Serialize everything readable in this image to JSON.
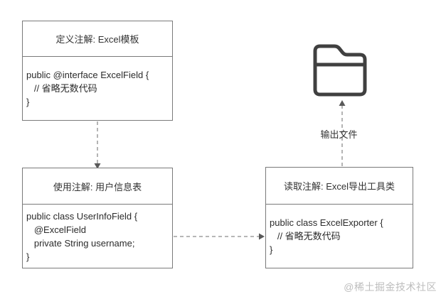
{
  "colors": {
    "box_border": "#7a7a7a",
    "text": "#333333",
    "arrow": "#8c8c8c",
    "arrowhead": "#595959",
    "folder_icon": "#404040",
    "watermark": "#bdbdbd",
    "background": "#ffffff"
  },
  "boxes": [
    {
      "id": "define-annotation",
      "title": "定义注解: Excel模板",
      "code_lines": [
        "public @interface ExcelField {",
        "   // 省略无数代码",
        "}"
      ]
    },
    {
      "id": "use-annotation",
      "title": "使用注解: 用户信息表",
      "code_lines": [
        "public class UserInfoField {",
        "   @ExcelField",
        "   private String username;",
        "}"
      ]
    },
    {
      "id": "read-annotation",
      "title": "读取注解: Excel导出工具类",
      "code_lines": [
        "public class ExcelExporter {",
        "   // 省略无数代码",
        "}"
      ]
    }
  ],
  "folder": {
    "icon": "folder-icon",
    "label": "输出文件"
  },
  "connectors": [
    {
      "from": "define-annotation",
      "to": "use-annotation",
      "style": "dashed-arrow",
      "direction": "down"
    },
    {
      "from": "use-annotation",
      "to": "read-annotation",
      "style": "dashed-arrow",
      "direction": "right"
    },
    {
      "from": "read-annotation",
      "to": "folder",
      "style": "dashed-arrow",
      "direction": "up"
    }
  ],
  "watermark": "@稀土掘金技术社区"
}
